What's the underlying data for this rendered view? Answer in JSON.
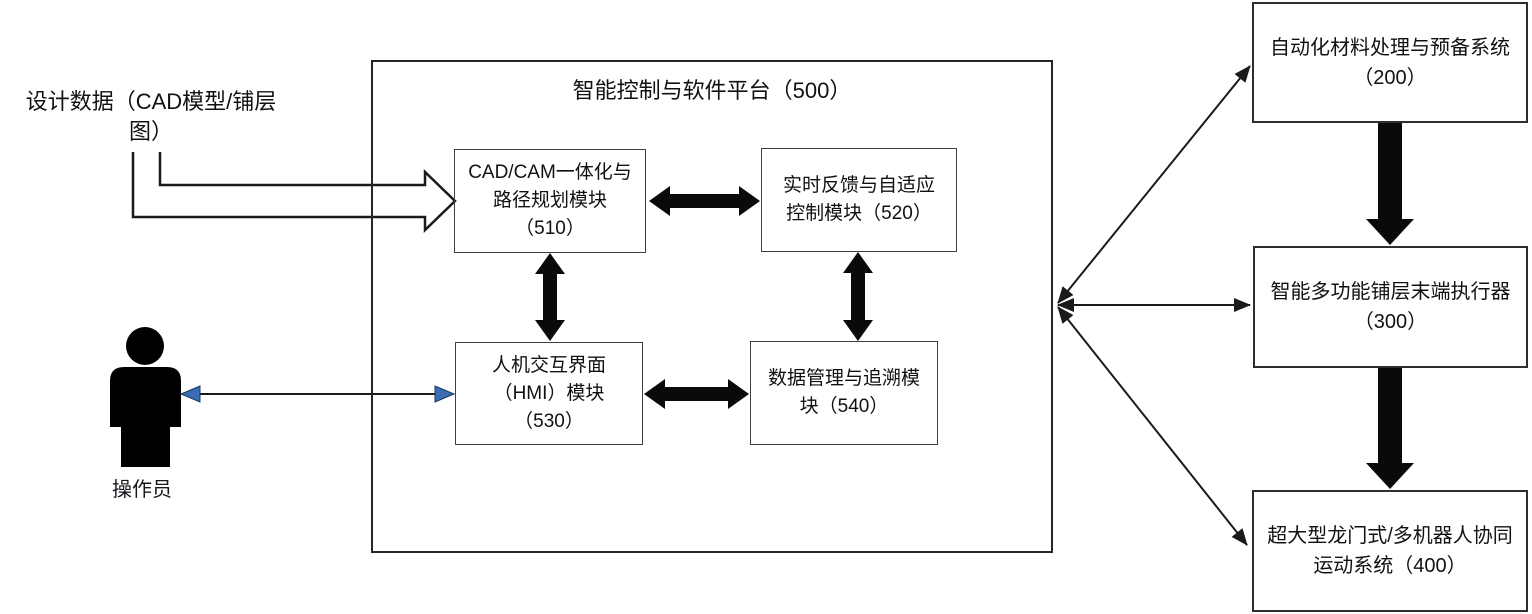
{
  "diagram": {
    "input_label": {
      "lines": [
        "设计数据（CAD模型/铺层",
        "图）"
      ]
    },
    "operator": {
      "label": "操作员"
    },
    "platform": {
      "title": "智能控制与软件平台（500）",
      "modules": {
        "m510": {
          "lines": [
            "CAD/CAM一体化与",
            "路径规划模块",
            "（510）"
          ]
        },
        "m520": {
          "lines": [
            "实时反馈与自适应",
            "控制模块（520）"
          ]
        },
        "m530": {
          "lines": [
            "人机交互界面",
            "（HMI）模块",
            "（530）"
          ]
        },
        "m540": {
          "lines": [
            "数据管理与追溯模",
            "块（540）"
          ]
        }
      }
    },
    "systems": {
      "s200": {
        "lines": [
          "自动化材料处理与预备系统",
          "（200）"
        ]
      },
      "s300": {
        "lines": [
          "智能多功能铺层末端执行器",
          "（300）"
        ]
      },
      "s400": {
        "lines": [
          "超大型龙门式/多机器人协同",
          "运动系统（400）"
        ]
      }
    },
    "colors": {
      "line_black": "#1a1a1a",
      "arrowhead_blue": "#3c6cb4",
      "border_gray": "#404040"
    }
  }
}
